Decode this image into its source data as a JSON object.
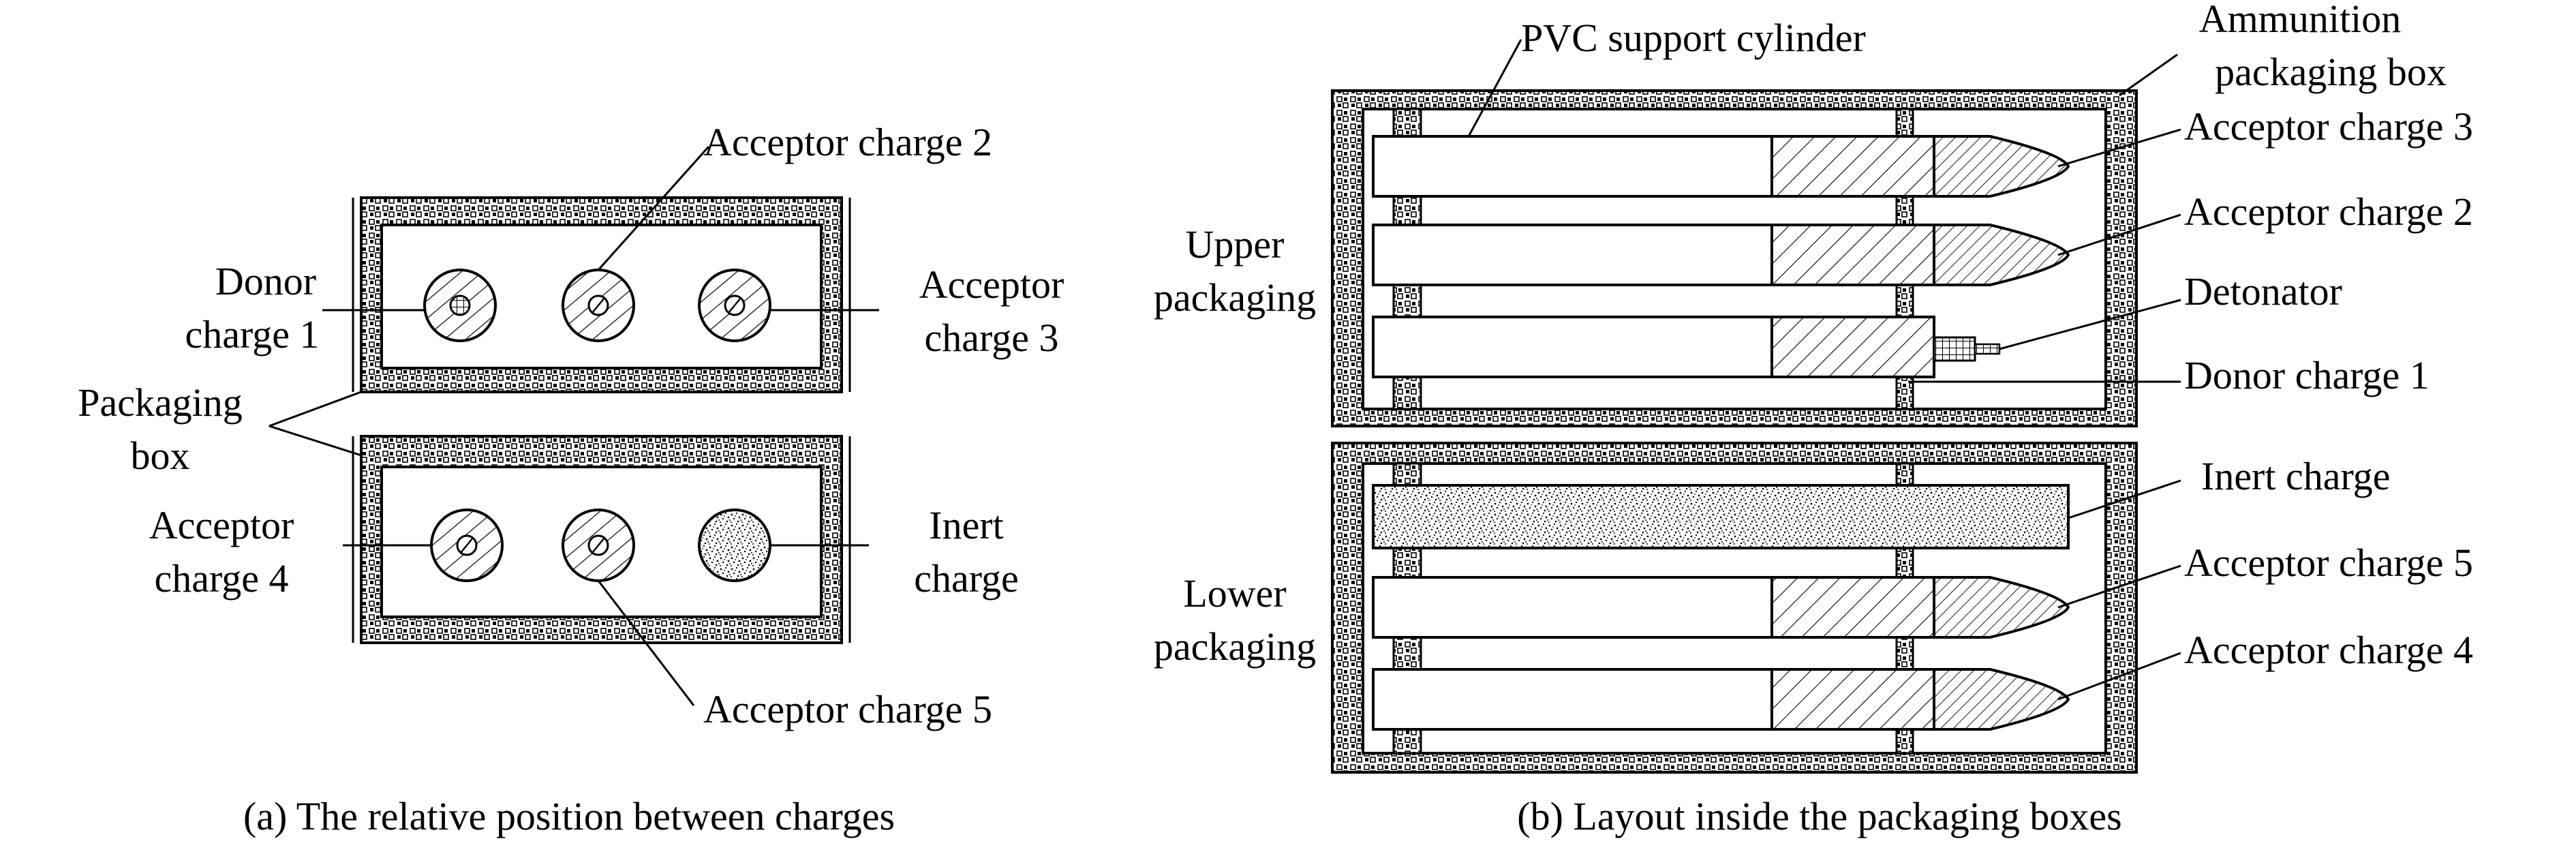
{
  "panel_a": {
    "labels": {
      "donor1_line1": "Donor",
      "donor1_line2": "charge 1",
      "acc2": "Acceptor charge 2",
      "acc3_line1": "Acceptor",
      "acc3_line2": "charge 3",
      "box_line1": "Packaging",
      "box_line2": "box",
      "acc4_line1": "Acceptor",
      "acc4_line2": "charge 4",
      "inert_line1": "Inert",
      "inert_line2": "charge",
      "acc5": "Acceptor charge 5"
    },
    "caption": "(a) The relative position between charges"
  },
  "panel_b": {
    "labels": {
      "pvc": "PVC support cylinder",
      "ammo_line1": "Ammunition",
      "ammo_line2": "packaging box",
      "acc3": "Acceptor charge 3",
      "acc2": "Acceptor charge 2",
      "detonator": "Detonator",
      "donor1": "Donor charge 1",
      "upper_line1": "Upper",
      "upper_line2": "packaging",
      "inert": "Inert charge",
      "acc5": "Acceptor charge 5",
      "lower_line1": "Lower",
      "lower_line2": "packaging",
      "acc4": "Acceptor charge 4"
    },
    "caption": "(b) Layout inside the packaging boxes"
  }
}
